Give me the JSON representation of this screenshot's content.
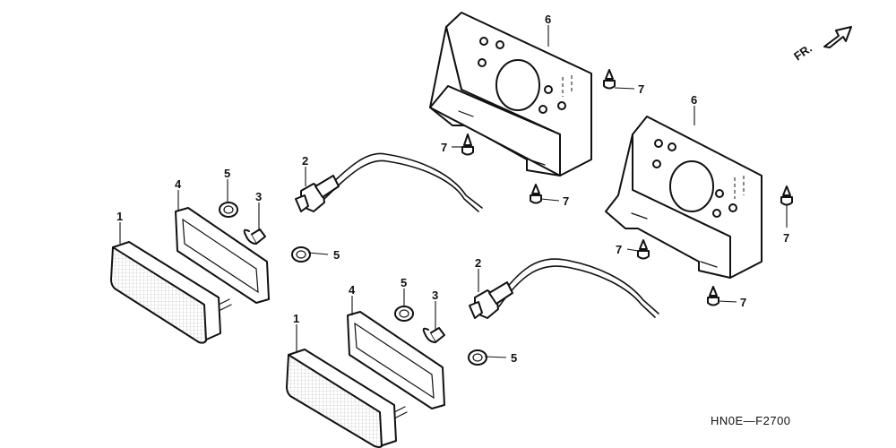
{
  "diagram": {
    "catalog_code": "HN0E—F2700",
    "direction_label": "FR.",
    "callouts": {
      "lens": "1",
      "socket": "2",
      "bulb": "3",
      "gasket": "4",
      "grommet": "5",
      "bracket": "6",
      "screw": "7"
    }
  }
}
